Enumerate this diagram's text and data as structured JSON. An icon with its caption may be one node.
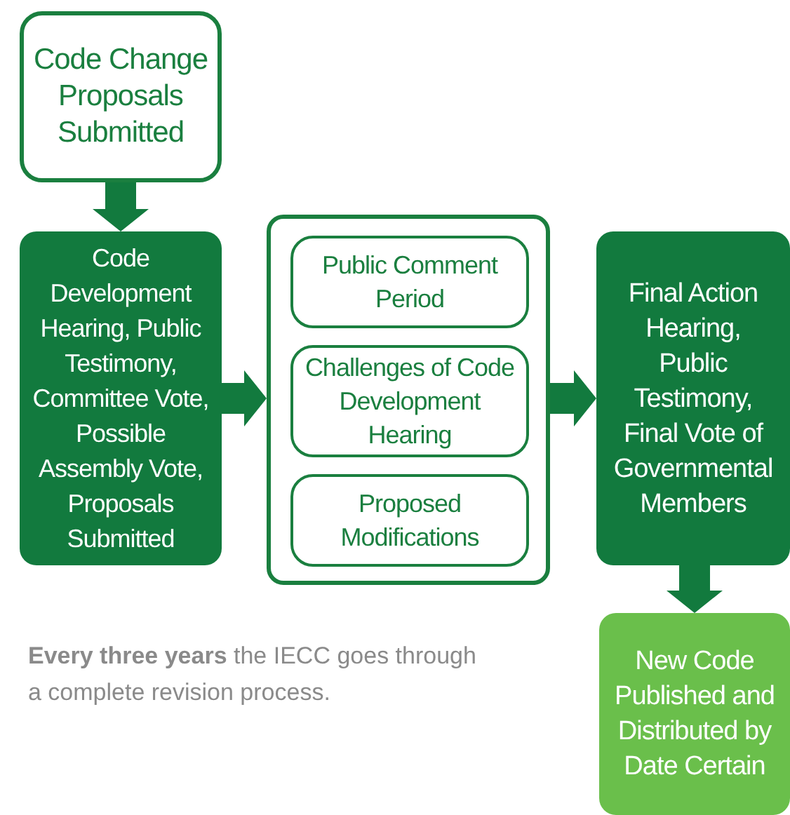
{
  "diagram": {
    "nodes": [
      {
        "text": [
          "Code Change Proposals Submitted"
        ]
      },
      {
        "text": [
          "Code Development Hearing, Public Testimony, Committee Vote, Possible Assembly Vote, Proposals Submitted"
        ]
      },
      {
        "text": [],
        "shape": "box"
      },
      {
        "text": [
          "Public Comment Period"
        ],
        "in": 2
      },
      {
        "text": [
          "Challenges of Code Development Hearing"
        ],
        "in": 2
      },
      {
        "text": [
          "Proposed Modifications"
        ],
        "in": 2
      },
      {
        "text": [
          "Final Action Hearing, Public Testimony, Final Vote of Governmental Members"
        ]
      },
      {
        "text": [
          "New Code Published and Distributed by Date Certain"
        ]
      }
    ],
    "edges": [
      {
        "from": 0,
        "to": 1,
        "arrow": "to"
      },
      {
        "from": 1,
        "to": 2,
        "arrow": "to"
      },
      {
        "from": 2,
        "to": 6,
        "arrow": "to"
      },
      {
        "from": 6,
        "to": 7,
        "arrow": "to"
      }
    ],
    "labels": [
      "**Every three years** the IECC goes through a complete revision process."
    ]
  }
}
